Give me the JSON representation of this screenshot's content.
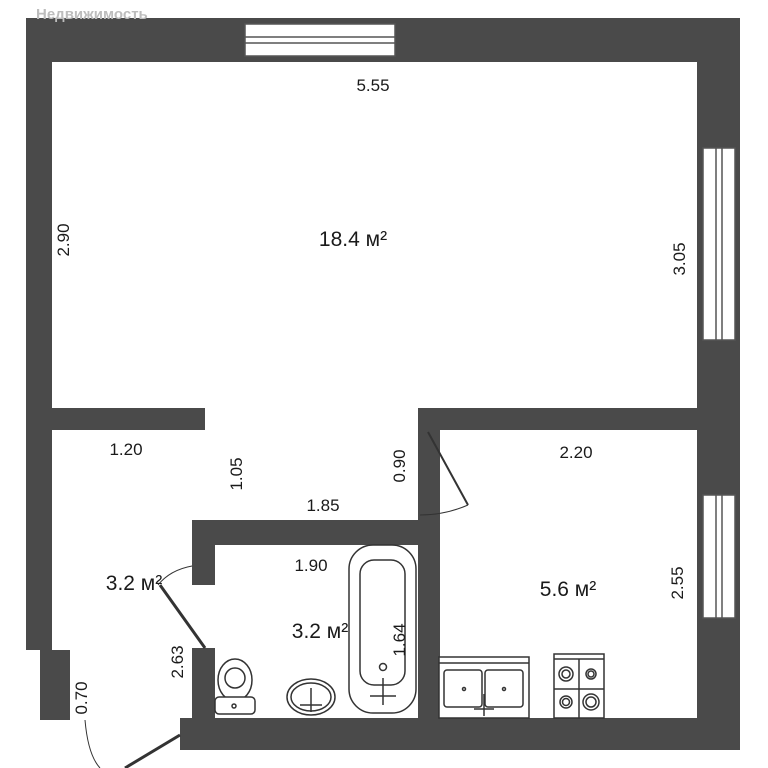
{
  "watermark": "Недвижимость",
  "colors": {
    "wall": "#4a4a4a",
    "fixture_stroke": "#333333",
    "background": "#ffffff"
  },
  "rooms": [
    {
      "name": "living-room",
      "area": "18.4 м²"
    },
    {
      "name": "hallway",
      "area": "3.2 м²"
    },
    {
      "name": "bathroom",
      "area": "3.2 м²"
    },
    {
      "name": "kitchen",
      "area": "5.6 м²"
    }
  ],
  "dimensions": {
    "living_top": "5.55",
    "living_left": "2.90",
    "living_right": "3.05",
    "hall_width": "1.20",
    "hall_passage": "1.05",
    "door_kitchen": "0.90",
    "corridor": "1.85",
    "kitchen_top": "2.20",
    "kitchen_right": "2.55",
    "bath_top": "1.90",
    "bath_tub": "1.64",
    "hall_side": "2.63",
    "entry": "0.70"
  },
  "fixtures": [
    "toilet-icon",
    "washbasin-icon",
    "bathtub-icon",
    "double-sink-icon",
    "stove-icon"
  ]
}
